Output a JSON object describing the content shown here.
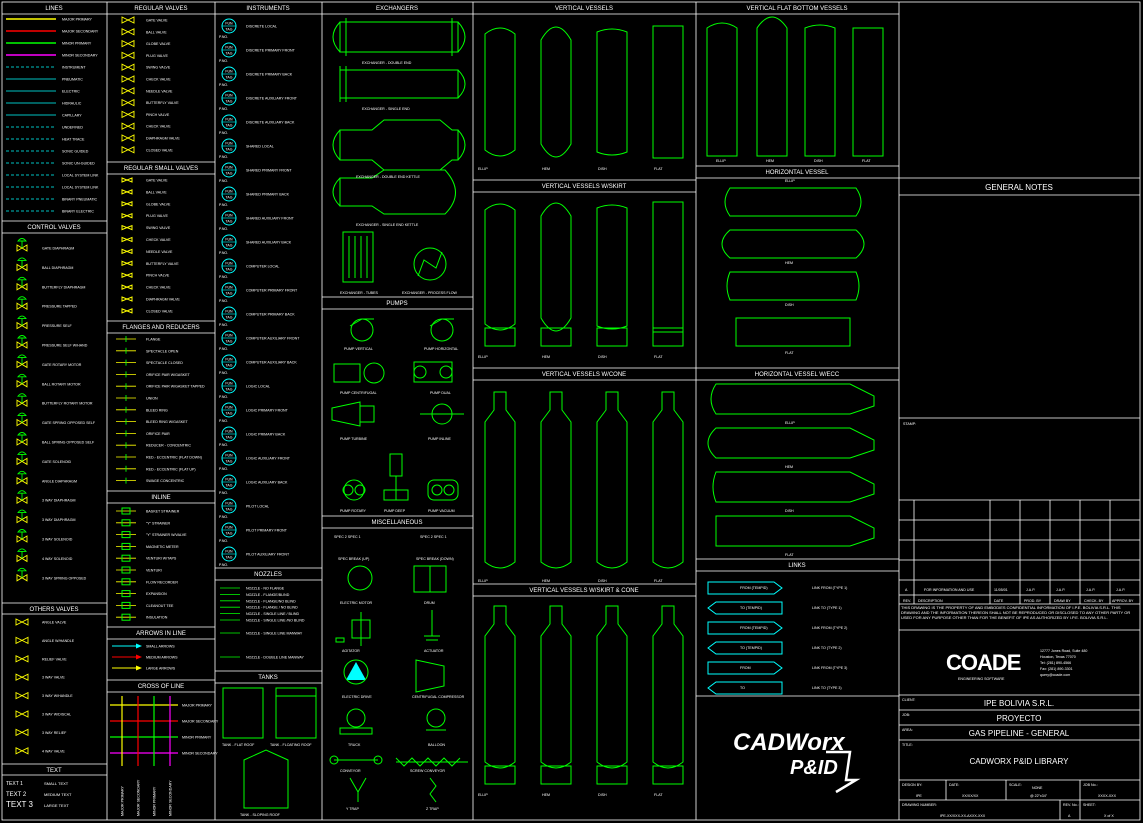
{
  "sections": {
    "lines": "LINES",
    "control_valves": "CONTROL VALVES",
    "others_valves": "OTHERS VALVES",
    "text": "TEXT",
    "regular_valves": "REGULAR VALVES",
    "regular_small_valves": "REGULAR SMALL VALVES",
    "flanges_reducers": "FLANGES AND REDUCERS",
    "inline": "INLINE",
    "arrows_in_line": "ARROWS IN LINE",
    "cross_of_line": "CROSS OF LINE",
    "instruments": "INSTRUMENTS",
    "nozzles": "NOZZLES",
    "tanks": "TANKS",
    "exchangers": "EXCHANGERS",
    "pumps": "PUMPS",
    "miscellaneous": "MISCELLANEOUS",
    "vertical_vessels": "VERTICAL VESSELS",
    "vertical_vessels_skirt": "VERTICAL VESSELS W/SKIRT",
    "vertical_vessels_cone": "VERTICAL VESSELS W/CONE",
    "vertical_vessels_skirt_cone": "VERTICAL VESSELS W/SKIRT & CONE",
    "vertical_flat_bottom": "VERTICAL FLAT BOTTOM VESSELS",
    "horizontal_vessel": "HORIZONTAL VESSEL",
    "horizontal_vessel_ecc": "HORIZONTAL VESSEL W/ECC",
    "links": "LINKS",
    "general_notes": "GENERAL NOTES"
  },
  "lines_items": [
    {
      "label": "MAJOR PRIMARY",
      "color": "#ffff00"
    },
    {
      "label": "MAJOR SECONDARY",
      "color": "#ff0000"
    },
    {
      "label": "MINOR PRIMARY",
      "color": "#00ff00"
    },
    {
      "label": "MINOR SECONDARY",
      "color": "#ff00ff"
    },
    {
      "label": "INSTRUMENT",
      "color": "#00ffff"
    },
    {
      "label": "PNEUMATIC",
      "color": "#00ffff"
    },
    {
      "label": "ELECTRIC",
      "color": "#00ffff"
    },
    {
      "label": "HIDRAULIC",
      "color": "#00ffff"
    },
    {
      "label": "CAPILLARY",
      "color": "#00ffff"
    },
    {
      "label": "UNDEFINED",
      "color": "#00ffff"
    },
    {
      "label": "HEAT TRACE",
      "color": "#00ffff"
    },
    {
      "label": "SONIC GUIDED",
      "color": "#00ffff"
    },
    {
      "label": "SONIC UN-GUIDED",
      "color": "#00ffff"
    },
    {
      "label": "LOCAL SYSTEM LINK",
      "color": "#00ffff"
    },
    {
      "label": "LOCAL SYSTEM LINK",
      "color": "#00ffff"
    },
    {
      "label": "BINARY PNEUMATIC",
      "color": "#00ffff"
    },
    {
      "label": "BINARY ELECTRIC",
      "color": "#00ffff"
    }
  ],
  "control_valves_items": [
    "GATE DIAPHRAGM",
    "BALL DIAPHRAGM",
    "BUTTERFLY DIAPHRAGM",
    "PRESSURE TAPPED",
    "PRESSURE SELF",
    "PRESSURE SELF W/HAND",
    "GATE ROTARY MOTOR",
    "BALL ROTARY MOTOR",
    "BUTTERFLY ROTARY MOTOR",
    "GATE SPRING OPPOSED SELF",
    "BALL SPRING OPPOSED SELF",
    "GATE SOLENOID",
    "ANGLE DIAPHRAGM",
    "3 WAY DIAPHRAGM",
    "3 WAY DIAPHRAGM",
    "3 WAY SOLENOID",
    "4 WAY SOLENOID",
    "3 WAY SPRING OPPOSED"
  ],
  "others_valves_items": [
    "ANGLE VALVE",
    "ANGLE W/HANDLE",
    "RELIEF VALVE",
    "3 WAY VALVE",
    "3 WAY W/HANDLE",
    "3 WAY W/DISCAL",
    "3 WAY RELIEF",
    "4 WAY VALVE"
  ],
  "text_items": [
    {
      "left": "TEXT 1",
      "right": "SMALL TEXT"
    },
    {
      "left": "TEXT 2",
      "right": "MEDIUM TEXT"
    },
    {
      "left": "TEXT 3",
      "right": "LARGE TEXT"
    }
  ],
  "regular_valves_items": [
    "GATE VALVE",
    "BALL VALVE",
    "GLOBE VALVE",
    "PLUG VALVE",
    "SWING VALVE",
    "CHECK VALVE",
    "NEEDLE VALVE",
    "BUTTERFLY VALVE",
    "PINCH VALVE",
    "CHECK VALVE",
    "DIAPHRAGM VALVE",
    "CLOSED VALVE"
  ],
  "regular_small_valves_items": [
    "GATE VALVE",
    "BALL VALVE",
    "GLOBE VALVE",
    "PLUG VALVE",
    "SWING VALVE",
    "CHECK VALVE",
    "NEEDLE VALVE",
    "BUTTERFLY VALVE",
    "PINCH VALVE",
    "CHECK VALVE",
    "DIAPHRAGM VALVE",
    "CLOSED VALVE"
  ],
  "flanges_items": [
    "FLANGE",
    "SPECTACLE OPEN",
    "SPECTACLE CLOSED",
    "ORIFICE PAIR W/GASKET",
    "ORIFICE PAIR W/GASKET TAPPED",
    "UNION",
    "BLEED RING",
    "BLEED RING W/GASKET",
    "ORIFICE PAIR",
    "REDUCER - CONCENTRIC",
    "RED.- ECCENTRIC (FLAT DOWN)",
    "RED.- ECCENTRIC (FLAT UP)",
    "SWAGE CONCENTRIC"
  ],
  "inline_items": [
    "BASKET STRAINER",
    "\"Y\" STRAINER",
    "\"Y\" STRAINER W/VALVE",
    "MAGNETIC METER",
    "VENTURI W/TAPS",
    "VENTURI",
    "FLOW RECORDER",
    "EXPANSION",
    "CLEANOUT TEE",
    "INSULATION"
  ],
  "arrows_items": [
    {
      "label": "SMALL ARROWS",
      "color": "#00ffff"
    },
    {
      "label": "MEDIUM ARROWS",
      "color": "#ff0000"
    },
    {
      "label": "LARGE ARROWS",
      "color": "#ffff00"
    }
  ],
  "cross_right_items": [
    "MAJOR PRIMARY",
    "MAJOR SECONDARY",
    "MINOR PRIMARY",
    "MINOR SECONDARY"
  ],
  "cross_bottom_items": [
    "MAJOR PRIMARY",
    "MAJOR SECONDARY",
    "MINOR PRIMARY",
    "MINOR SECONDARY"
  ],
  "instrument_badge": {
    "top": "FUN",
    "bottom": "TAG",
    "tag": "P.NO."
  },
  "instruments_items": [
    "DISCRETE LOCAL",
    "DISCRETE PRIMARY FRONT",
    "DISCRETE PRIMARY BACK",
    "DISCRETE AUXILIARY FRONT",
    "DISCRETE AUXILIARY BACK",
    "SHARED LOCAL",
    "SHARED PRIMARY FRONT",
    "SHARED PRIMARY BACK",
    "SHARED AUXILIARY FRONT",
    "SHARED AUXILIARY BACK",
    "COMPUTER LOCAL",
    "COMPUTER PRIMARY FRONT",
    "COMPUTER PRIMARY BACK",
    "COMPUTER AUXILIARY FRONT",
    "COMPUTER AUXILIARY BACK",
    "LOGIC LOCAL",
    "LOGIC PRIMARY FRONT",
    "LOGIC PRIMARY BACK",
    "LOGIC AUXILIARY FRONT",
    "LOGIC AUXILIARY BACK",
    "PILOT LOCAL",
    "PILOT PRIMARY FRONT",
    "PILOT AUXILIARY FRONT"
  ],
  "nozzles_items": [
    "NOZZLE - NO FLANGE",
    "NOZZLE - FLANGE/BLIND",
    "NOZZLE - FLANGE/NO BLIND",
    "NOZZLE - FLANGE / NO BLIND",
    "NOZZLE - SINGLE LINE / BLIND",
    "NOZZLE - SINGLE LINE /NO BLIND",
    "NOZZLE - SINGLE LINE MANWAY",
    "NOZZLE - DOUBLE LINE MANWAY"
  ],
  "tanks_items": [
    "TANK - FLAT ROOF",
    "TANK - FLOATING ROOF",
    "TANK - SLOPING ROOF"
  ],
  "exchangers_items": [
    "EXCHANGER - DOUBLE END",
    "EXCHANGER - SINGLE END",
    "EXCHANGER - DOUBLE END KETTLE",
    "EXCHANGER - SINGLE END KETTLE",
    "EXCHANGER - TUBES",
    "EXCHANGER - PROCESS FLOW"
  ],
  "pumps_items": [
    "PUMP VERTICAL",
    "PUMP HORIZONTAL",
    "PUMP CENTRIFUGAL",
    "PUMP DUAL",
    "PUMP TURBINE",
    "PUMP INLINE",
    "PUMP ROTARY",
    "PUMP DEEP",
    "PUMP VACUUM"
  ],
  "misc_spec": [
    "SPEC 2 SPEC 1",
    "SPEC 2 SPEC 1"
  ],
  "misc_items": [
    "SPEC BREAK (UP)",
    "SPEC BREAK (DOWN)",
    "ELECTRIC MOTOR",
    "DRUM",
    "AGITATOR",
    "ACTUATOR",
    "ELECTRIC DRIVE",
    "CENTRIFUGAL COMPRESSOR",
    "TRUCK",
    "BALLOON",
    "CONVEYOR",
    "SCREW CONVEYOR",
    "Y TRAP",
    "Z TRAP"
  ],
  "vessel_labels": [
    "ELLIP",
    "HEM",
    "DISH",
    "FLAT"
  ],
  "links_items": [
    {
      "arrow": "FROM (TEMPID)",
      "desc": "LINK FROM (TYPE 1)"
    },
    {
      "arrow": "TO (TEMPID)",
      "desc": "LINK TO (TYPE 1)"
    },
    {
      "arrow": "FROM (TEMPID)",
      "desc": "LINK FROM (TYPE 2)"
    },
    {
      "arrow": "TO (TEMPID)",
      "desc": "LINK TO (TYPE 2)"
    },
    {
      "arrow": "FROM",
      "desc": "LINK FROM (TYPE 3)"
    },
    {
      "arrow": "TO",
      "desc": "LINK TO (TYPE 3)"
    }
  ],
  "logo": {
    "line1": "CADWorx",
    "line2": "P&ID"
  },
  "title_block": {
    "stamp": "STAMP:",
    "revision_row": [
      "A",
      "FOR INFORMATION AND USE",
      "11/05/01",
      "J.A.P.",
      "J.A.P.",
      "J.A.P.",
      "J.A.P."
    ],
    "revision_headers": [
      "REV.",
      "DESCRIPTION",
      "DATE",
      "PROD. BY",
      "DRAW BY",
      "CHECK. BY",
      "APPROV. BY"
    ],
    "disclaimer": "THIS DRAWING IS THE PROPERTY OF AND EMBODIES CONFIDENTIAL INFORMATION OF I.P.E. BOLIVIA S.R.L. THIS DRAWING AND THE INFORMATION THEREON SHALL NOT BE REPRODUCED OR DISCLOSED TO ANY OTHER PARTY OR USED FOR ANY PURPOSE OTHER THAN FOR THE BENEFIT OF IPE AS AUTHORIZED BY I.P.E. BOLIVIA S.R.L.",
    "company_logo": "COADE",
    "company_sub": "ENGINEERING SOFTWARE",
    "address": [
      "12777 Jones Road, Suite 480",
      "Houston, Texas 77070",
      "Tel: (281) 890-4566",
      "Fax: (281) 890-3301",
      "query@coade.com"
    ],
    "client_label": "CLIENT:",
    "client": "IPE BOLIVIA S.R.L.",
    "job_label": "JOB:",
    "job": "PROYECTO",
    "area_label": "AREA:",
    "area": "GAS PIPELINE - GENERAL",
    "title_label": "TITLE:",
    "title": "CADWORX P&ID LIBRARY",
    "design_by_label": "DESIGN BY:",
    "design_by": "IPE",
    "date_label": "DATE:",
    "date": "XX/XX/XX",
    "scale_label": "SCALE:",
    "scale": "NONE",
    "size": "@ 22\"x34\"",
    "job_no_label": "JOB No.:",
    "job_no": "XXXX-XXX",
    "drawing_no_label": "DRAWING NUMBER:",
    "drawing_no": "IPE-XX/XXX-XX-AXXX-XXX",
    "rev_label": "REV. No.:",
    "rev": "A",
    "sheet_label": "SHEET:",
    "sheet": "X of X"
  }
}
